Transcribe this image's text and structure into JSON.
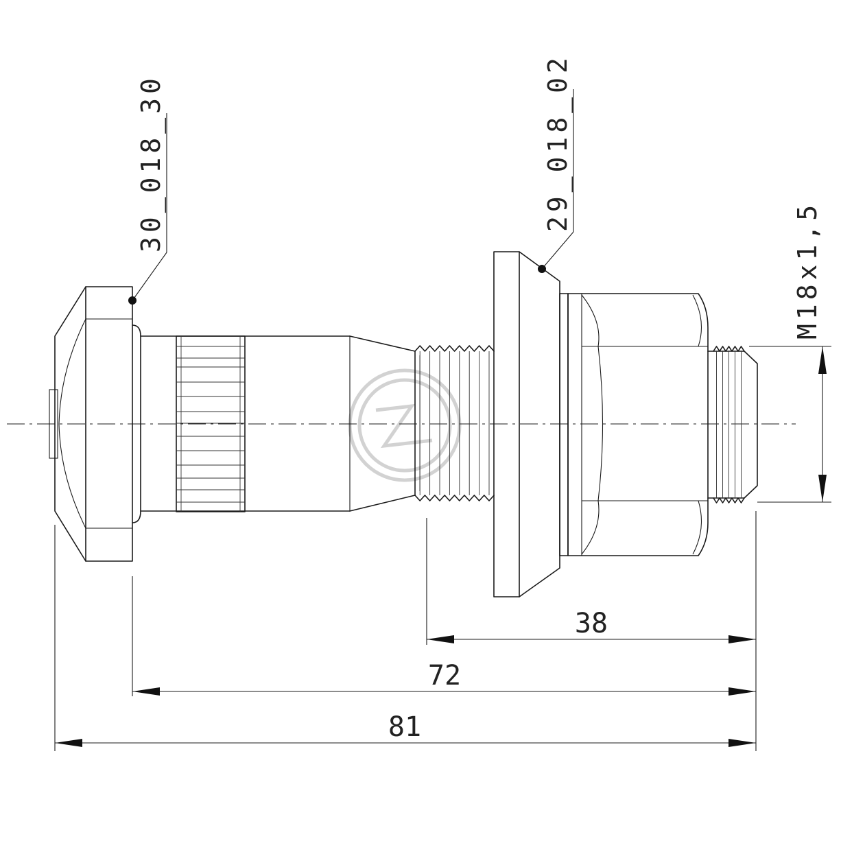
{
  "labels": {
    "bolt_part": "30_018_30",
    "nut_part": "29_018_02",
    "thread_spec": "M18x1,5"
  },
  "dimensions": {
    "length_thread_end": "38",
    "length_under_head": "72",
    "length_overall": "81"
  },
  "colors": {
    "line": "#1a1a1a",
    "watermark": "#d2d2d2"
  }
}
